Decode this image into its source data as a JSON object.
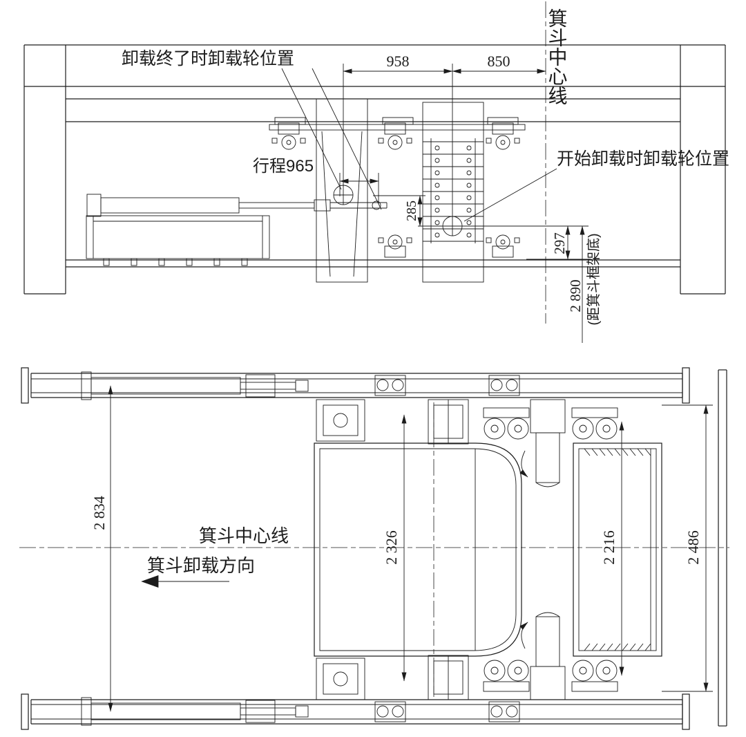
{
  "colors": {
    "background": "#ffffff",
    "line": "#1c1c1c"
  },
  "upper_view": {
    "labels": {
      "unload_end_wheel_position": "卸载终了时卸载轮位置",
      "unload_start_wheel_position": "开始卸载时卸载轮位置",
      "stroke_travel": "行程965",
      "skip_centerline_vertical": "箕斗中心线",
      "frame_bottom_note": "(距箕斗框架底)"
    },
    "dimensions": {
      "travel_958": "958",
      "to_centerline_850": "850",
      "wheel_drop_285": "285",
      "wheel_to_rail_297": "297",
      "to_frame_bottom_2890": "2 890"
    }
  },
  "lower_view": {
    "labels": {
      "skip_centerline": "箕斗中心线",
      "unload_direction": "箕斗卸载方向"
    },
    "dimensions": {
      "rail_gauge_2834": "2 834",
      "skip_inner_2326": "2 326",
      "frame_inner_2216": "2 216",
      "overall_2486": "2 486"
    }
  }
}
